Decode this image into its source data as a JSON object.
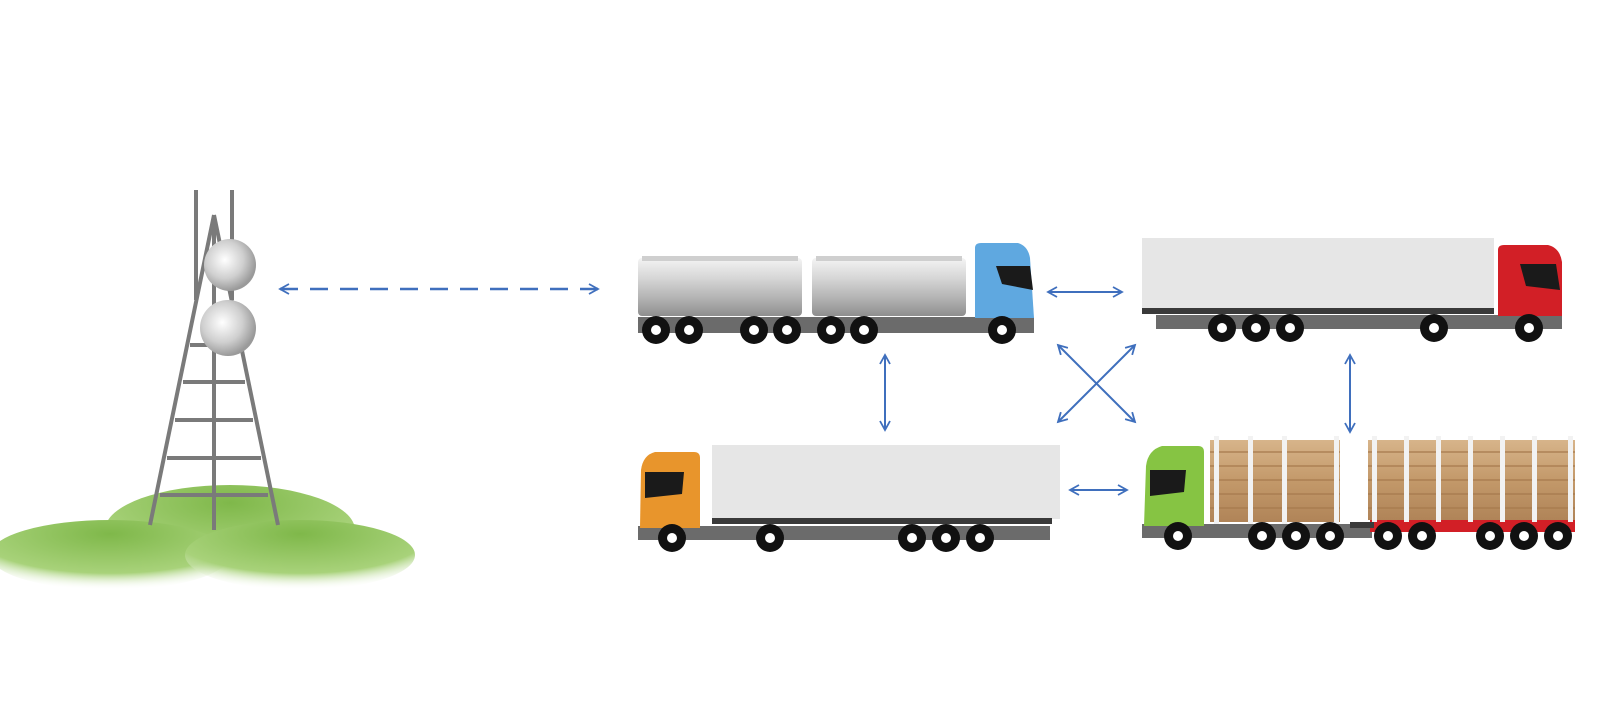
{
  "diagram": {
    "kind": "V2V / V2I communication illustration",
    "text_labels": []
  },
  "colors": {
    "background": "#ffffff",
    "arrow": "#3f6fbd",
    "tower_steel": "#7a7a7a",
    "hill_green": "#7fb84a",
    "chassis": "#6b6b6b",
    "tire": "#111111",
    "trailer": "#e6e6e6",
    "cab_blue": "#5fa8e0",
    "cab_red": "#d21f26",
    "cab_orange": "#e8952c",
    "cab_green": "#86c443",
    "logs": "#c49a6c",
    "log_trailer_frame": "#d21f26"
  },
  "nodes": [
    {
      "id": "tower",
      "icon": "cell-tower-icon"
    },
    {
      "id": "tanker-truck",
      "icon": "tanker-truck-icon",
      "cab_color": "blue"
    },
    {
      "id": "box-truck-red",
      "icon": "box-truck-icon",
      "cab_color": "red"
    },
    {
      "id": "box-truck-orange",
      "icon": "box-truck-icon",
      "cab_color": "orange"
    },
    {
      "id": "log-truck",
      "icon": "log-truck-icon",
      "cab_color": "green"
    }
  ],
  "links": [
    {
      "from": "tower",
      "to": "tanker-truck",
      "style": "dashed",
      "direction": "bidirectional"
    },
    {
      "from": "tanker-truck",
      "to": "box-truck-red",
      "style": "solid",
      "direction": "bidirectional"
    },
    {
      "from": "tanker-truck",
      "to": "box-truck-orange",
      "style": "solid",
      "direction": "bidirectional"
    },
    {
      "from": "box-truck-red",
      "to": "log-truck",
      "style": "solid",
      "direction": "bidirectional"
    },
    {
      "from": "box-truck-orange",
      "to": "log-truck",
      "style": "solid",
      "direction": "bidirectional"
    },
    {
      "from": "tanker-truck",
      "to": "log-truck",
      "style": "solid",
      "direction": "bidirectional"
    },
    {
      "from": "box-truck-red",
      "to": "box-truck-orange",
      "style": "solid",
      "direction": "bidirectional"
    }
  ]
}
